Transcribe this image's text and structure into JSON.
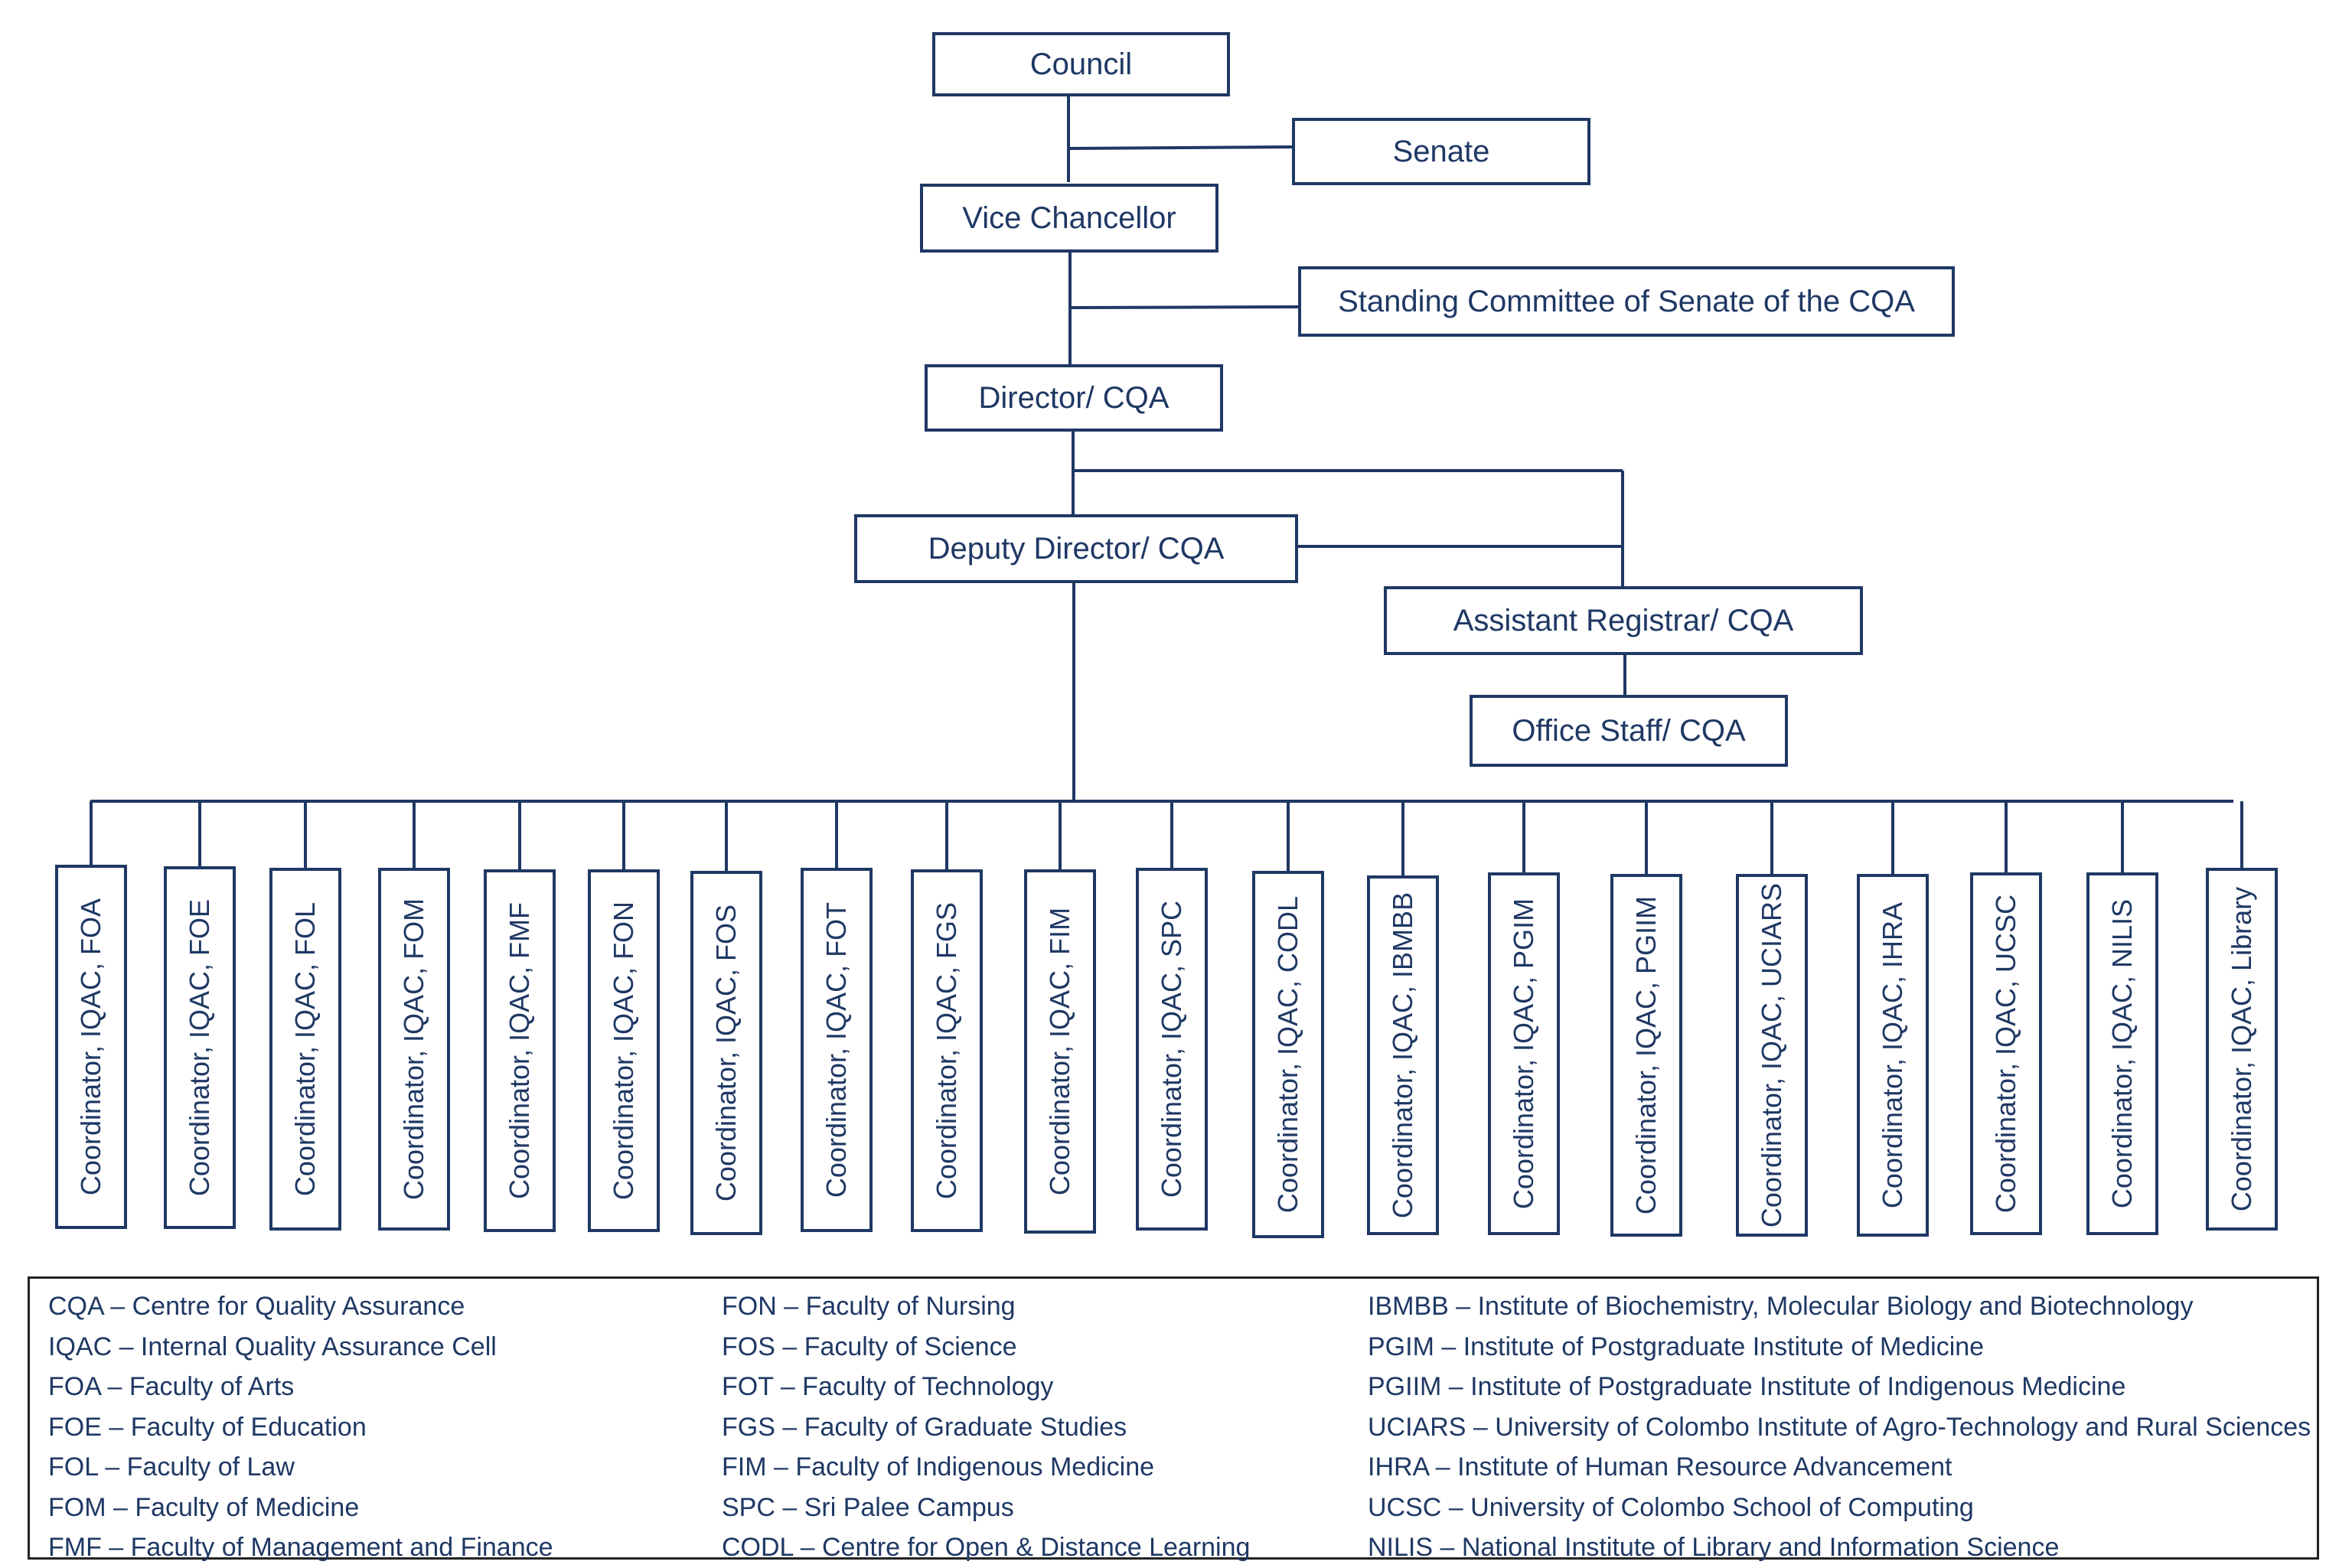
{
  "nodes": {
    "council": "Council",
    "senate": "Senate",
    "vice_chancellor": "Vice Chancellor",
    "standing_committee": "Standing Committee of Senate of the CQA",
    "director": "Director/ CQA",
    "deputy_director": "Deputy Director/ CQA",
    "assistant_registrar": "Assistant Registrar/ CQA",
    "office_staff": "Office Staff/ CQA"
  },
  "coordinators": [
    "Coordinator, IQAC, FOA",
    "Coordinator, IQAC, FOE",
    "Coordinator, IQAC, FOL",
    "Coordinator, IQAC, FOM",
    "Coordinator, IQAC, FMF",
    "Coordinator, IQAC, FON",
    "Coordinator, IQAC, FOS",
    "Coordinator, IQAC, FOT",
    "Coordinator, IQAC, FGS",
    "Coordinator, IQAC, FIM",
    "Coordinator, IQAC, SPC",
    "Coordinator, IQAC, CODL",
    "Coordinator, IQAC, IBMBB",
    "Coordinator, IQAC, PGIM",
    "Coordinator, IQAC, PGIIM",
    "Coordinator, IQAC, UCIARS",
    "Coordinator, IQAC, IHRA",
    "Coordinator, IQAC, UCSC",
    "Coordinator, IQAC, NILIS",
    "Coordinator, IQAC, Library"
  ],
  "legend": {
    "col1": [
      "CQA – Centre for Quality Assurance",
      "IQAC – Internal Quality Assurance Cell",
      "FOA – Faculty of Arts",
      "FOE – Faculty of Education",
      "FOL – Faculty of Law",
      "FOM – Faculty of Medicine",
      "FMF – Faculty of Management and Finance"
    ],
    "col2": [
      "FON – Faculty of Nursing",
      "FOS – Faculty of Science",
      "FOT – Faculty of Technology",
      "FGS – Faculty of Graduate Studies",
      "FIM – Faculty of Indigenous Medicine",
      "SPC – Sri Palee Campus",
      "CODL – Centre for Open & Distance Learning"
    ],
    "col3": [
      "IBMBB – Institute of Biochemistry, Molecular Biology and Biotechnology",
      "PGIM – Institute of Postgraduate Institute of Medicine",
      "PGIIM – Institute of Postgraduate Institute of Indigenous Medicine",
      "UCIARS – University of Colombo Institute of Agro-Technology and Rural Sciences",
      "IHRA – Institute of Human Resource Advancement",
      "UCSC – University of Colombo School of Computing",
      "NILIS – National Institute of Library and Information Science"
    ]
  },
  "colors": {
    "primary": "#1f3864",
    "legend_border": "#222222"
  }
}
